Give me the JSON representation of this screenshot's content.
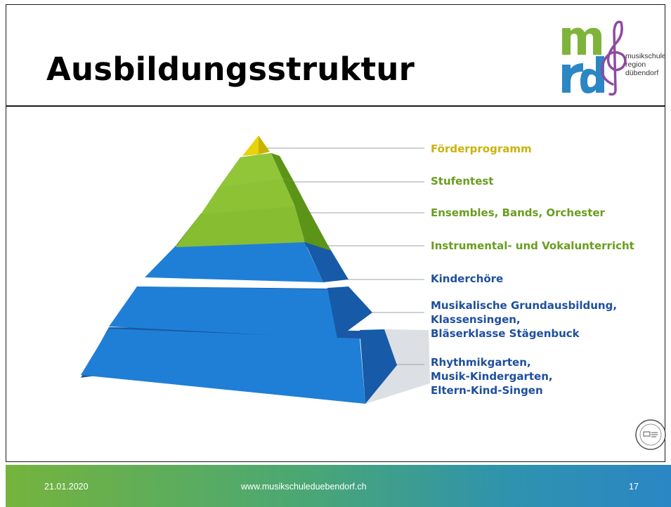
{
  "slide": {
    "title": "Ausbildungsstruktur",
    "logo": {
      "lines": [
        "musikschule",
        "region",
        "dübendorf"
      ]
    },
    "levels": [
      {
        "lines": [
          "Förderprogramm"
        ],
        "color": "#c9b30c"
      },
      {
        "lines": [
          "Stufentest"
        ],
        "color": "#6a9d1e"
      },
      {
        "lines": [
          "Ensembles, Bands, Orchester"
        ],
        "color": "#6a9d1e"
      },
      {
        "lines": [
          "Instrumental- und Vokalunterricht"
        ],
        "color": "#6a9d1e"
      },
      {
        "lines": [
          "Kinderchöre"
        ],
        "color": "#1e4f9e"
      },
      {
        "lines": [
          "Musikalische Grundausbildung,",
          "Klassensingen,",
          "Bläserklasse Stägenbuck"
        ],
        "color": "#1e4f9e"
      },
      {
        "lines": [
          "Rhythmikgarten,",
          "Musik-Kindergarten,",
          "Eltern-Kind-Singen"
        ],
        "color": "#1e4f9e"
      }
    ],
    "footer": {
      "date": "21.01.2020",
      "url": "www.musikschuleduebendorf.ch",
      "page": "17"
    }
  }
}
